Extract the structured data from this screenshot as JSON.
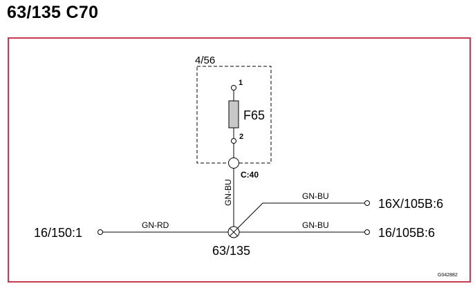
{
  "title": "63/135 C70",
  "colors": {
    "frame": "#c8384f",
    "wire": "#000000",
    "fuse_fill": "#c8c8c8"
  },
  "component_box": {
    "label": "4/56",
    "fuse_label": "F65",
    "pin_top": "1",
    "pin_bottom": "2"
  },
  "connector": {
    "label": "C:40"
  },
  "splice": {
    "label": "63/135"
  },
  "wires": {
    "vertical": "GN-BU",
    "left": "GN-RD",
    "upper_right": "GN-BU",
    "lower_right": "GN-BU"
  },
  "terminals": {
    "left": "16/150:1",
    "upper_right": "16X/105B:6",
    "lower_right": "16/105B:6"
  },
  "image_code": "G042882"
}
